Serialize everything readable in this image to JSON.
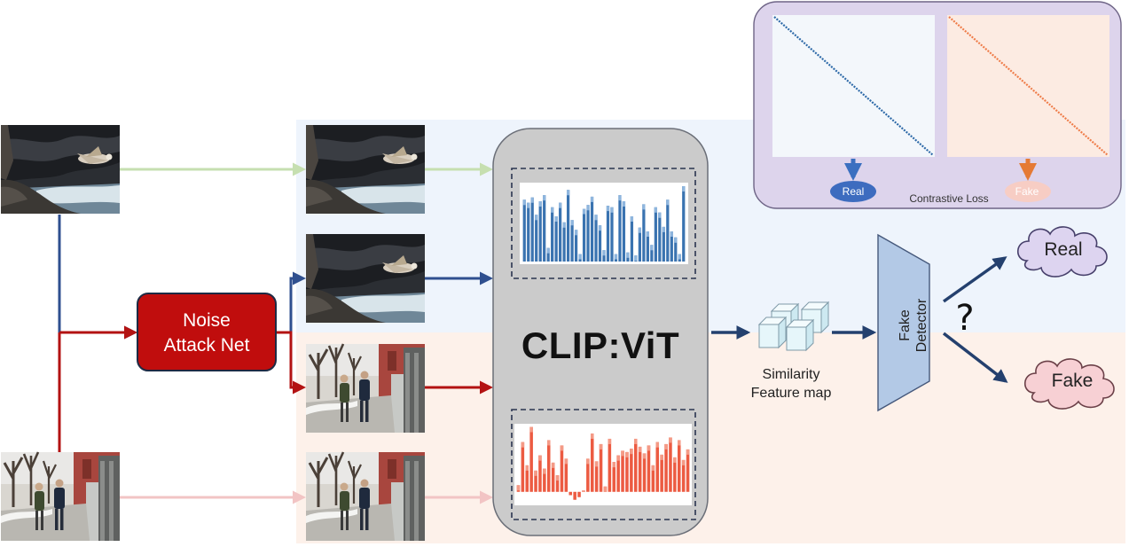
{
  "noise_block": {
    "line1": "Noise",
    "line2": "Attack Net"
  },
  "encoder": {
    "label": "CLIP:ViT"
  },
  "similarity": {
    "line1": "Similarity",
    "line2": "Feature map"
  },
  "detector": {
    "line1": "Fake",
    "line2": "Detector"
  },
  "outputs": {
    "real": "Real",
    "fake": "Fake",
    "uncertain": "?"
  },
  "contrastive": {
    "caption": "Contrastive Loss",
    "real_pill": "Real",
    "fake_pill": "Fake"
  },
  "colors": {
    "real_stream": "#2f4f8f",
    "fake_stream": "#b31212",
    "clean_real_arrow": "#c6dfb0",
    "clean_fake_arrow": "#f2c4c4",
    "real_bars": "#3a73b0",
    "fake_bars": "#ec5b42",
    "real_panel": "#eef4fc",
    "fake_panel": "#fdf1ea",
    "loss_panel": "#ddd4ec",
    "detector_fill": "#b3c9e6",
    "real_cloud": "#ddd4f0",
    "fake_cloud": "#f7d0d4"
  },
  "icons": [
    "bird-photo",
    "walkers-photo",
    "feature-cube-icon",
    "cloud-icon"
  ],
  "chart_data": [
    {
      "type": "bar",
      "name": "real-feature-response",
      "values": [
        0.82,
        0.78,
        0.85,
        0.62,
        0.8,
        0.88,
        0.18,
        0.72,
        0.6,
        0.78,
        0.52,
        0.95,
        0.55,
        0.42,
        0.1,
        0.7,
        0.75,
        0.86,
        0.62,
        0.48,
        0.15,
        0.74,
        0.72,
        0.1,
        0.88,
        0.8,
        0.12,
        0.6,
        0.08,
        0.45,
        0.76,
        0.4,
        0.22,
        0.72,
        0.65,
        0.46,
        0.82,
        0.4,
        0.32,
        0.1,
        1.0
      ],
      "ylim": [
        0,
        1
      ]
    },
    {
      "type": "bar",
      "name": "fake-feature-response",
      "values": [
        0.1,
        0.75,
        0.4,
        0.98,
        0.32,
        0.55,
        0.35,
        0.78,
        0.44,
        0.25,
        0.7,
        0.5,
        -0.05,
        -0.12,
        -0.08,
        0.02,
        0.5,
        0.88,
        0.46,
        0.72,
        0.08,
        0.8,
        0.45,
        0.55,
        0.62,
        0.6,
        0.65,
        0.8,
        0.68,
        0.58,
        0.7,
        0.4,
        0.75,
        0.56,
        0.72,
        0.82,
        0.52,
        0.78,
        0.48,
        0.64
      ],
      "ylim": [
        -0.15,
        1
      ]
    }
  ]
}
